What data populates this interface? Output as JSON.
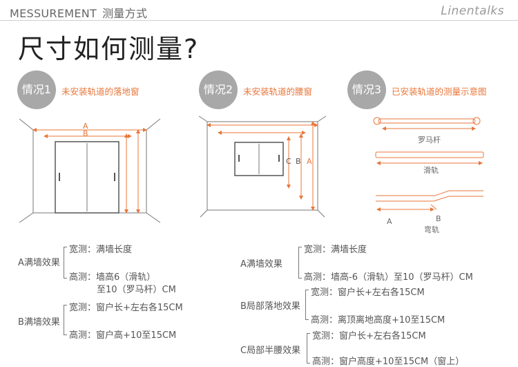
{
  "header": {
    "left_en": "MESSUREMENT",
    "left_cn": "测量方式",
    "brand": "Linentalks"
  },
  "title": "尺寸如何测量?",
  "cases": [
    {
      "badge": "情况1",
      "desc": "未安装轨道的落地窗"
    },
    {
      "badge": "情况2",
      "desc": "未安装轨道的腰窗"
    },
    {
      "badge": "情况3",
      "desc": "已安装轨道的测量示意图"
    }
  ],
  "diagram_labels": {
    "d1": {
      "a": "A",
      "b": "B"
    },
    "d2": {
      "c": "C",
      "b": "B",
      "a": "A"
    },
    "d3": {
      "roman_rod": "罗马杆",
      "rail": "滑轨",
      "bent_rail": "弯轨",
      "a": "A",
      "b": "B"
    }
  },
  "colors": {
    "accent": "#e8763a",
    "badge": "#a8a8a8",
    "line": "#777777"
  },
  "notes_left": [
    {
      "label": "A满墙效果",
      "items": [
        {
          "text": "宽测：满墙长度"
        },
        {
          "text": "高测：墙高6（滑轨）",
          "text2": "至10（罗马杆）CM"
        }
      ]
    },
    {
      "label": "B满墙效果",
      "items": [
        {
          "text": "宽测：窗户长+左右各15CM"
        },
        {
          "text": "高测：窗户高+10至15CM"
        }
      ]
    }
  ],
  "notes_right": [
    {
      "label": "A满墙效果",
      "items": [
        {
          "text": "宽测：满墙长度"
        },
        {
          "text": "高测：墙高-6（滑轨）至10（罗马杆）CM"
        }
      ]
    },
    {
      "label": "B局部落地效果",
      "items": [
        {
          "text": "宽测：窗户长+左右各15CM"
        },
        {
          "text": "高测：离顶离地高度+10至15CM"
        }
      ]
    },
    {
      "label": "C局部半腰效果",
      "items": [
        {
          "text": "宽测：窗户长+左右各15CM"
        },
        {
          "text": "高测：窗户高度+10至15CM（窗上）"
        }
      ]
    }
  ]
}
